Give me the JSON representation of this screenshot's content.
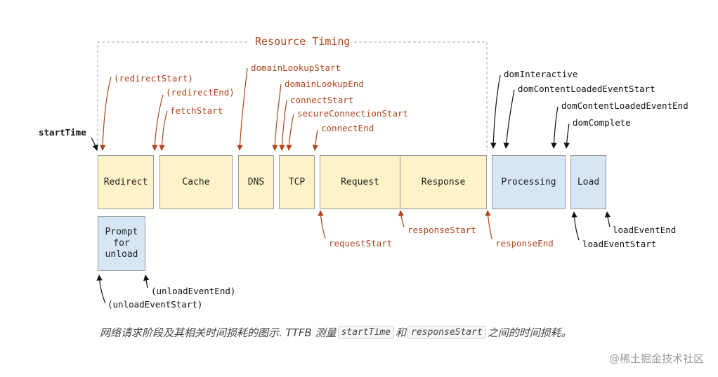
{
  "diagram": {
    "title": "Resource Timing",
    "boxes": {
      "redirect": "Redirect",
      "cache": "Cache",
      "dns": "DNS",
      "tcp": "TCP",
      "request": "Request",
      "response": "Response",
      "processing": "Processing",
      "load": "Load",
      "prompt_unload": "Prompt\nfor\nunload"
    },
    "labels": {
      "start_time": "startTime",
      "redirect_start": "(redirectStart)",
      "redirect_end": "(redirectEnd)",
      "fetch_start": "fetchStart",
      "domain_lookup_start": "domainLookupStart",
      "domain_lookup_end": "domainLookupEnd",
      "connect_start": "connectStart",
      "secure_connection_start": "secureConnectionStart",
      "connect_end": "connectEnd",
      "dom_interactive": "domInteractive",
      "dom_content_loaded_event_start": "domContentLoadedEventStart",
      "dom_content_loaded_event_end": "domContentLoadedEventEnd",
      "dom_complete": "domComplete",
      "request_start": "requestStart",
      "response_start": "responseStart",
      "response_end": "responseEnd",
      "load_event_start": "loadEventStart",
      "load_event_end": "loadEventEnd",
      "unload_event_end": "(unloadEventEnd)",
      "unload_event_start": "(unloadEventStart)"
    },
    "colors": {
      "network_phase": "#fdf2c8",
      "browser_phase": "#d6e6f5",
      "resource_timing_label": "#b0441c",
      "navigation_label": "#111111"
    }
  },
  "caption": {
    "part1": "网络请求阶段及其相关时间损耗的图示. TTFB 测量",
    "code1": "startTime",
    "part2": "和",
    "code2": "responseStart",
    "part3": "之间的时间损耗。"
  },
  "watermark": "@稀土掘金技术社区"
}
